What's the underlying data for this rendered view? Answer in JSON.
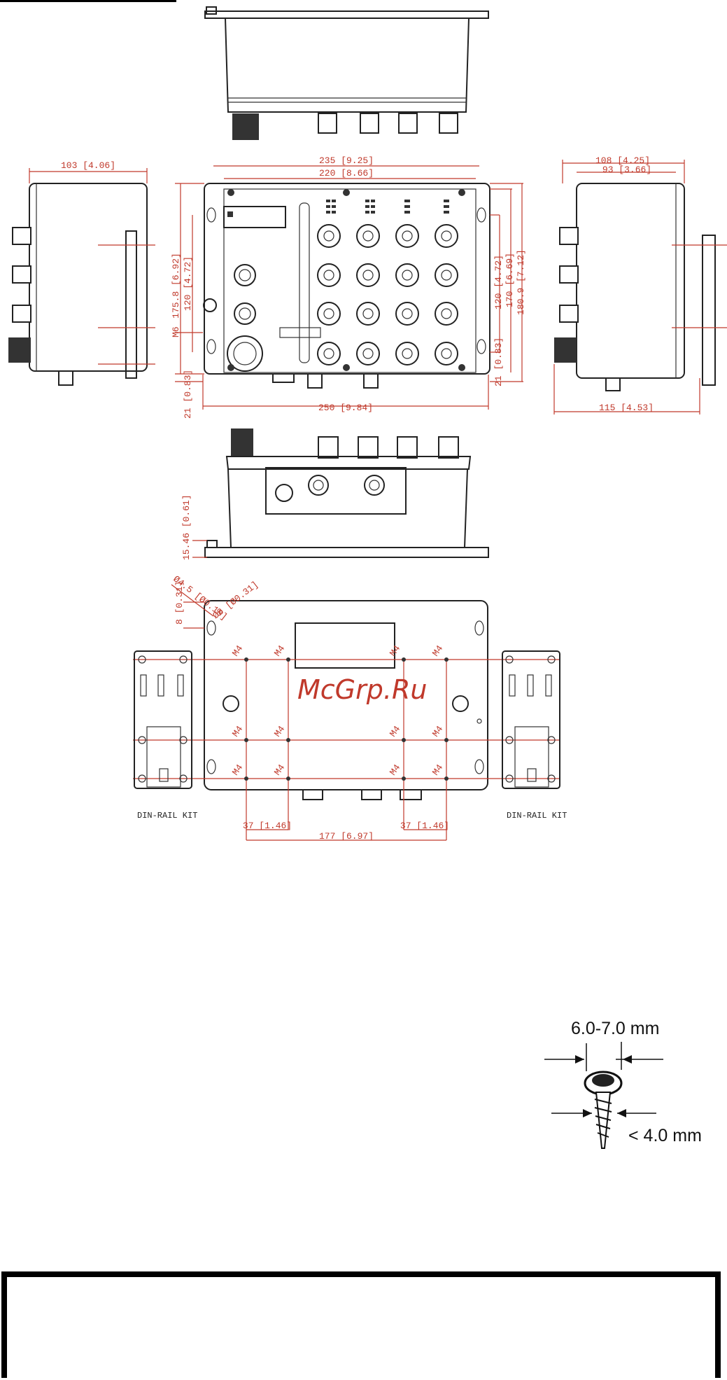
{
  "dimensions": {
    "left_width": "103 [4.06]",
    "front_w235": "235 [9.25]",
    "front_w220": "220 [8.66]",
    "front_h175": "175.8 [6.92]",
    "front_h120_left": "120 [4.72]",
    "front_m6": "M6",
    "front_h21_left": "21 [0.83]",
    "front_w250": "250 [9.84]",
    "front_h120_right": "120 [4.72]",
    "front_h170": "170 [6.69]",
    "front_h180": "180.9 [7.12]",
    "front_h21_right": "21 [0.83]",
    "right_w108": "108 [4.25]",
    "right_w93": "93 [3.66]",
    "right_w115": "115 [4.53]",
    "bottom_h15": "15.46 [0.61]",
    "rear_d45": "Ø4.5 [Ø0.18]",
    "rear_d8": "Ø8 [Ø0.31]",
    "rear_h8": "8 [0.31]",
    "rear_w37_left": "37 [1.46]",
    "rear_w37_right": "37 [1.46]",
    "rear_w177": "177 [6.97]"
  },
  "m4_label": "M4",
  "din_rail_left": "DIN-RAIL KIT",
  "din_rail_right": "DIN-RAIL KIT",
  "watermark": "McGrp.Ru",
  "screw": {
    "head_size": "6.0-7.0 mm",
    "shaft_size": "< 4.0 mm"
  }
}
